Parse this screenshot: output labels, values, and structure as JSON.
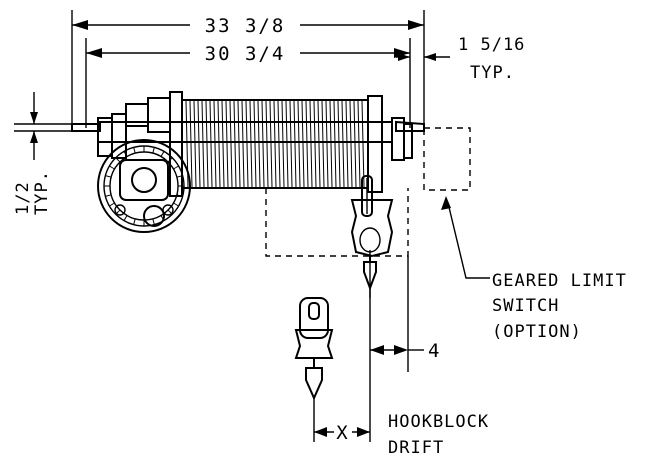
{
  "dimensions": {
    "overall_width": "33 3/8",
    "drum_width": "30 3/4",
    "end_offset": "1 5/16",
    "end_offset_note": "TYP.",
    "vertical_offset": "1/2",
    "vertical_offset_note": "TYP.",
    "hook_offset": "4",
    "drift": "X"
  },
  "callouts": {
    "limit_switch_line1": "GEARED LIMIT",
    "limit_switch_line2": "SWITCH",
    "limit_switch_line3": "(OPTION)",
    "hookblock_line1": "HOOKBLOCK",
    "hookblock_line2": "DRIFT"
  }
}
